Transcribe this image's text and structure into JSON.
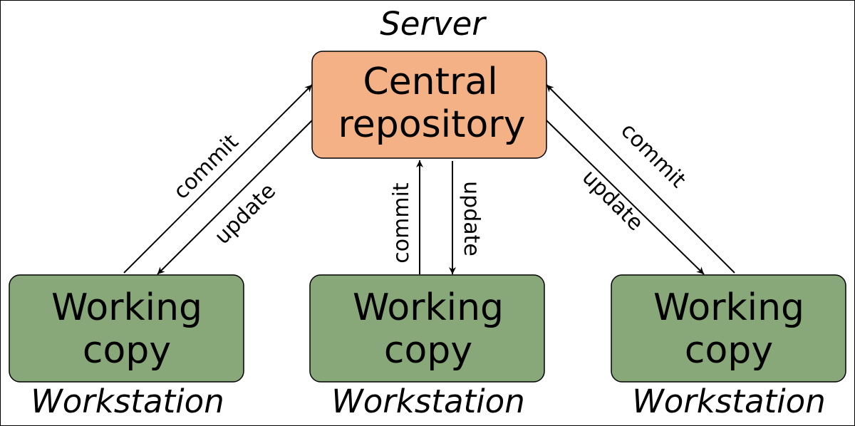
{
  "colors": {
    "server_fill": "#f4b186",
    "workstation_fill": "#88a87a",
    "line": "#000000"
  },
  "server": {
    "caption": "Server",
    "box": {
      "line1": "Central",
      "line2": "repository"
    }
  },
  "workstations": [
    {
      "caption": "Workstation",
      "box": {
        "line1": "Working",
        "line2": "copy"
      }
    },
    {
      "caption": "Workstation",
      "box": {
        "line1": "Working",
        "line2": "copy"
      }
    },
    {
      "caption": "Workstation",
      "box": {
        "line1": "Working",
        "line2": "copy"
      }
    }
  ],
  "edges": [
    {
      "from": "workstation-1",
      "to": "server",
      "label": "commit"
    },
    {
      "from": "server",
      "to": "workstation-1",
      "label": "update"
    },
    {
      "from": "workstation-2",
      "to": "server",
      "label": "commit"
    },
    {
      "from": "server",
      "to": "workstation-2",
      "label": "update"
    },
    {
      "from": "workstation-3",
      "to": "server",
      "label": "commit"
    },
    {
      "from": "server",
      "to": "workstation-3",
      "label": "update"
    }
  ]
}
